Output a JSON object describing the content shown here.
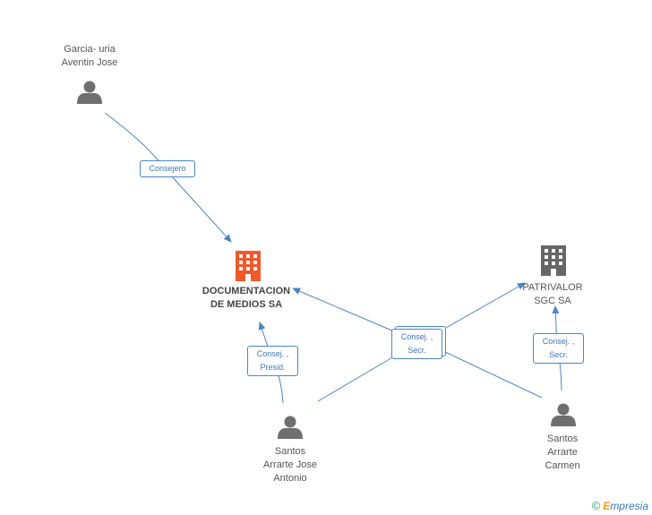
{
  "nodes": {
    "garcia": {
      "lines": [
        "Garcia- uria",
        "Aventin Jose"
      ],
      "type": "person"
    },
    "documentacion": {
      "lines": [
        "DOCUMENTACION",
        "DE MEDIOS SA"
      ],
      "type": "company",
      "color": "#f05a2a"
    },
    "patrivalor": {
      "lines": [
        "PATRIVALOR",
        "SGC SA"
      ],
      "type": "company",
      "color": "#666666"
    },
    "santos_jose": {
      "lines": [
        "Santos",
        "Arrarte Jose",
        "Antonio"
      ],
      "type": "person"
    },
    "santos_carmen": {
      "lines": [
        "Santos",
        "Arrarte",
        "Carmen"
      ],
      "type": "person"
    }
  },
  "edges": {
    "consejero": {
      "lines": [
        "Consejero"
      ]
    },
    "presid": {
      "lines": [
        "Consej. ,",
        "Presid."
      ]
    },
    "secr_center": {
      "lines": [
        "Consej. ,",
        "Secr."
      ]
    },
    "secr_right": {
      "lines": [
        "Consej. ,",
        "Secr."
      ]
    }
  },
  "colors": {
    "edge": "#4a86c8",
    "person_icon": "#6f6f6f"
  },
  "footer": {
    "copyright_symbol": "©",
    "brand_initial": "E",
    "brand_rest": "mpresia"
  }
}
